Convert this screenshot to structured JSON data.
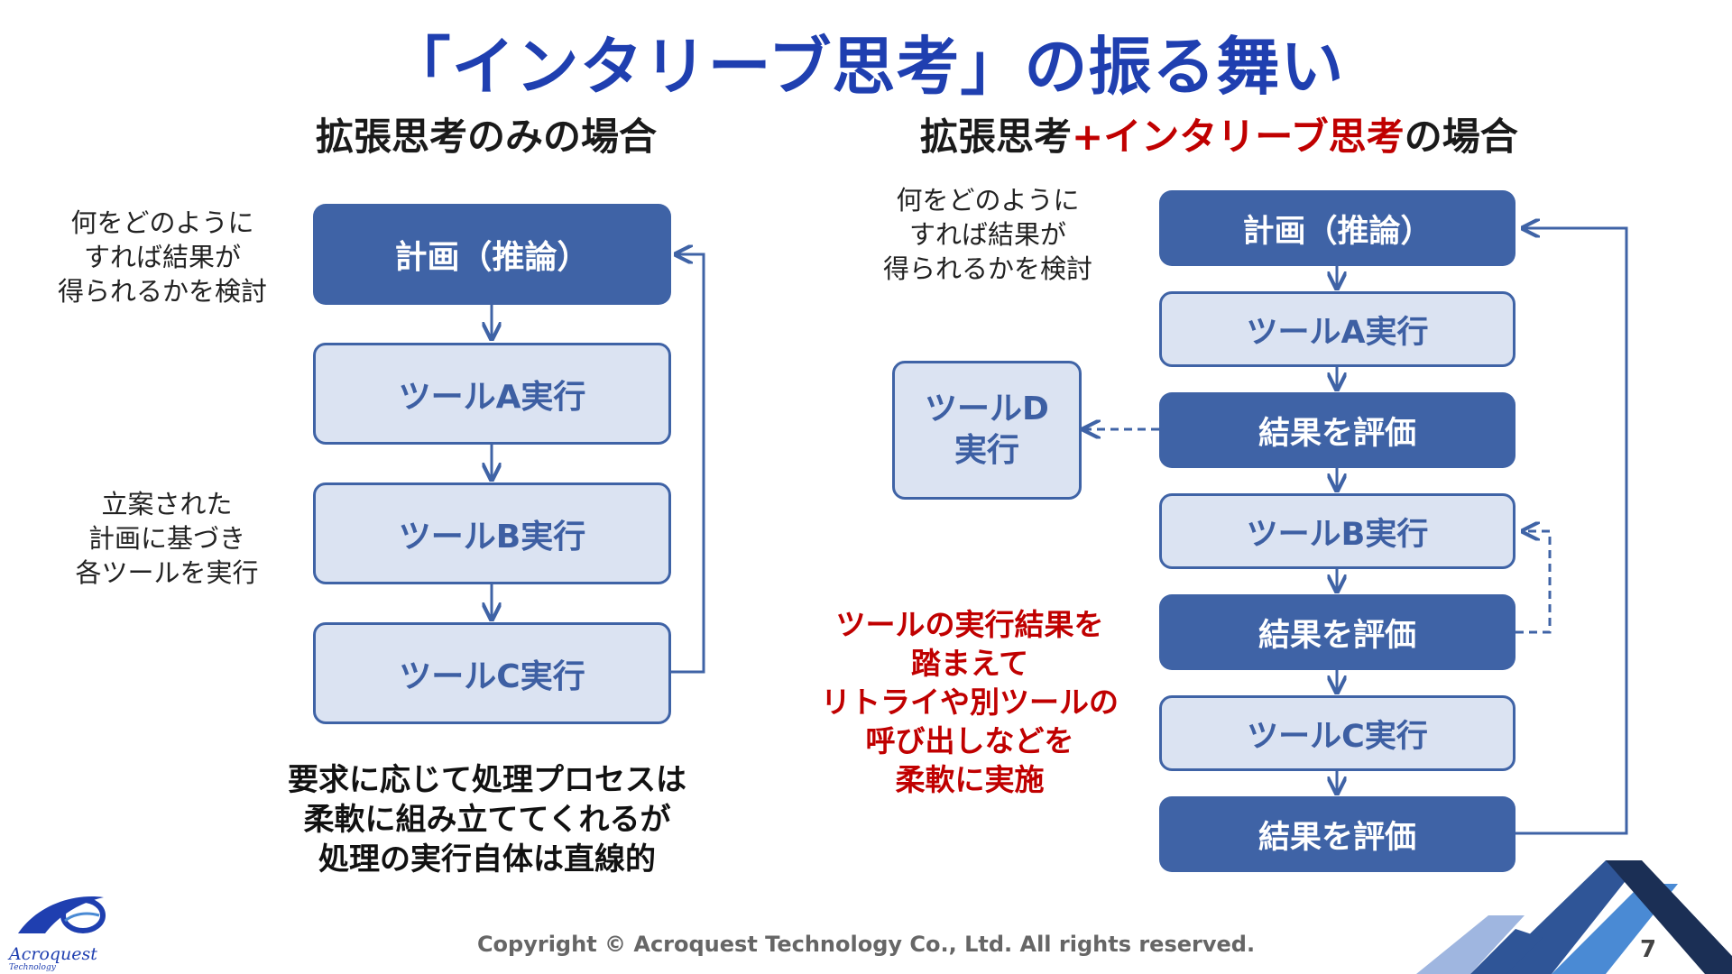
{
  "title": "「インタリーブ思考」の振る舞い",
  "left": {
    "heading": "拡張思考のみの場合",
    "note_top": [
      "何をどのように",
      "すれば結果が",
      "得られるかを検討"
    ],
    "note_mid": [
      "立案された",
      "計画に基づき",
      "各ツールを実行"
    ],
    "boxes": [
      "計画（推論）",
      "ツールA実行",
      "ツールB実行",
      "ツールC実行"
    ],
    "summary": [
      "要求に応じて処理プロセスは",
      "柔軟に組み立ててくれるが",
      "処理の実行自体は直線的"
    ]
  },
  "right": {
    "heading_black1": "拡張思考",
    "heading_red": "+インタリーブ思考",
    "heading_black2": "の場合",
    "note_top": [
      "何をどのように",
      "すれば結果が",
      "得られるかを検討"
    ],
    "boxes": [
      "計画（推論）",
      "ツールA実行",
      "結果を評価",
      "ツールB実行",
      "結果を評価",
      "ツールC実行",
      "結果を評価"
    ],
    "side_box": [
      "ツールD",
      "実行"
    ],
    "red_note": [
      "ツールの実行結果を",
      "踏まえて",
      "リトライや別ツールの",
      "呼び出しなどを",
      "柔軟に実施"
    ]
  },
  "footer": {
    "logo_name": "Acroquest",
    "logo_sub": "Technology",
    "copyright": "Copyright © Acroquest Technology Co., Ltd. All rights reserved.",
    "page": "7"
  },
  "colors": {
    "title": "#1f3fb0",
    "dark_box": "#3f63a6",
    "light_box": "#dbe3f2",
    "accent_red": "#c00000"
  }
}
